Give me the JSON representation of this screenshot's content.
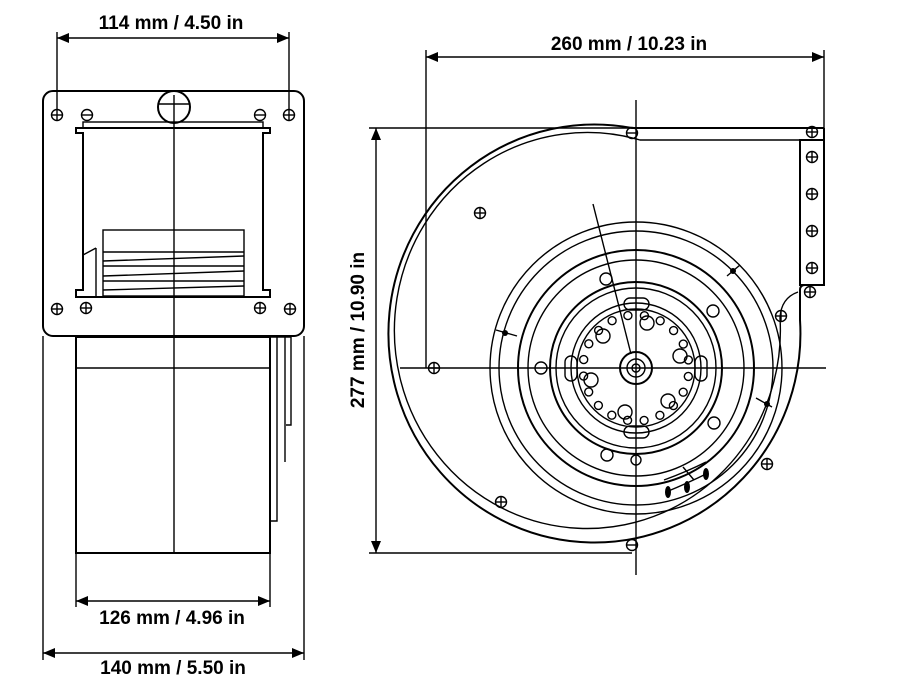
{
  "dimensions": {
    "top_width": "114 mm / 4.50 in",
    "overall_width": "260 mm / 10.23 in",
    "overall_height": "277 mm / 10.90 in",
    "housing_width": "126 mm / 4.96 in",
    "base_width": "140 mm / 5.50 in"
  },
  "colors": {
    "line": "#000000",
    "background": "#ffffff"
  },
  "views": [
    "side-view",
    "front-view"
  ]
}
